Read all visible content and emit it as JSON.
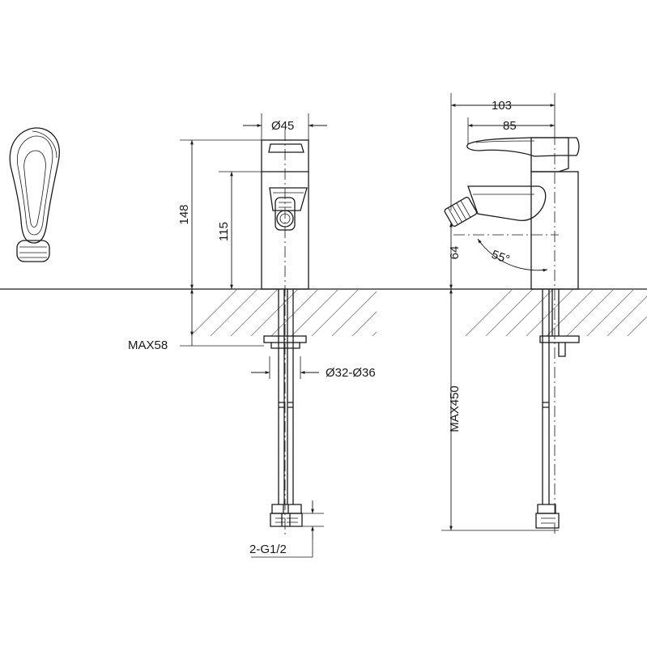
{
  "dimensions": {
    "diameter_top": "Ø45",
    "height_overall": "148",
    "height_outlet": "115",
    "max_deck": "MAX58",
    "hole_diameter": "Ø32-Ø36",
    "connection": "2-G1/2",
    "depth_overall": "103",
    "depth_outlet": "85",
    "angle": "55°",
    "outlet_height_side": "64",
    "hose_length": "MAX450"
  }
}
